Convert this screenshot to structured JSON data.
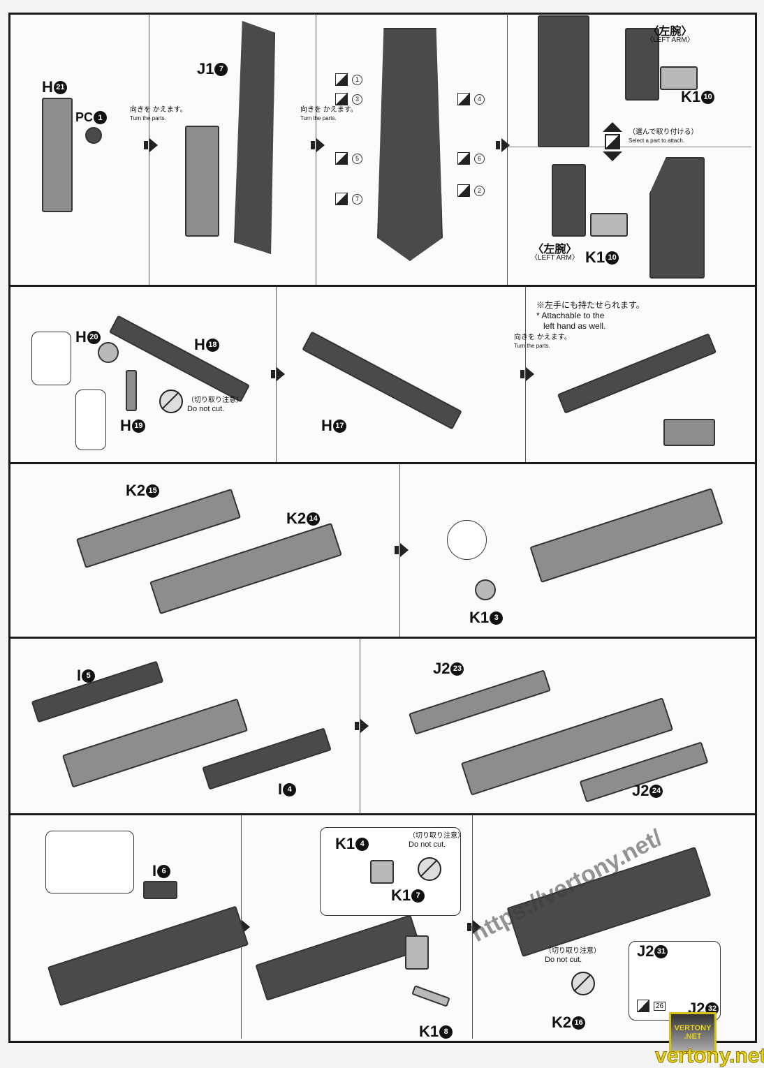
{
  "turn_parts": {
    "ja": "向きを かえます。",
    "en": "Turn the parts."
  },
  "left_arm": {
    "ja": "〈左腕〉",
    "en": "〈LEFT ARM〉"
  },
  "select_part": {
    "ja": "（選んで取り付ける）",
    "en": "Select a part to attach."
  },
  "do_not_cut": {
    "ja": "（切り取り注意）",
    "en": "Do not cut."
  },
  "left_hand_note": {
    "ja": "※左手にも持たせられます。",
    "en1": "* Attachable to the",
    "en2": "left hand as well."
  },
  "stickers": [
    "1",
    "2",
    "3",
    "4",
    "5",
    "6",
    "7",
    "26"
  ],
  "parts": {
    "h21": {
      "l": "H",
      "n": "21"
    },
    "pc1": {
      "l": "PC",
      "n": "1"
    },
    "j17": {
      "l": "J1",
      "n": "7"
    },
    "k1_10": {
      "l": "K1",
      "n": "10"
    },
    "h20": {
      "l": "H",
      "n": "20"
    },
    "h18": {
      "l": "H",
      "n": "18"
    },
    "h19": {
      "l": "H",
      "n": "19"
    },
    "h17": {
      "l": "H",
      "n": "17"
    },
    "k2_15": {
      "l": "K2",
      "n": "15"
    },
    "k2_14": {
      "l": "K2",
      "n": "14"
    },
    "k1_3": {
      "l": "K1",
      "n": "3"
    },
    "i5": {
      "l": "I",
      "n": "5"
    },
    "i4": {
      "l": "I",
      "n": "4"
    },
    "j2_23": {
      "l": "J2",
      "n": "23"
    },
    "j2_24": {
      "l": "J2",
      "n": "24"
    },
    "i6": {
      "l": "I",
      "n": "6"
    },
    "k1_4": {
      "l": "K1",
      "n": "4"
    },
    "k1_7": {
      "l": "K1",
      "n": "7"
    },
    "k1_8": {
      "l": "K1",
      "n": "8"
    },
    "k2_16": {
      "l": "K2",
      "n": "16"
    },
    "j2_31": {
      "l": "J2",
      "n": "31"
    },
    "j2_32": {
      "l": "J2",
      "n": "32"
    }
  },
  "watermark": {
    "url": "https://vertony.net/",
    "badge": "VERTONY .NET",
    "site": "vertony.net"
  }
}
